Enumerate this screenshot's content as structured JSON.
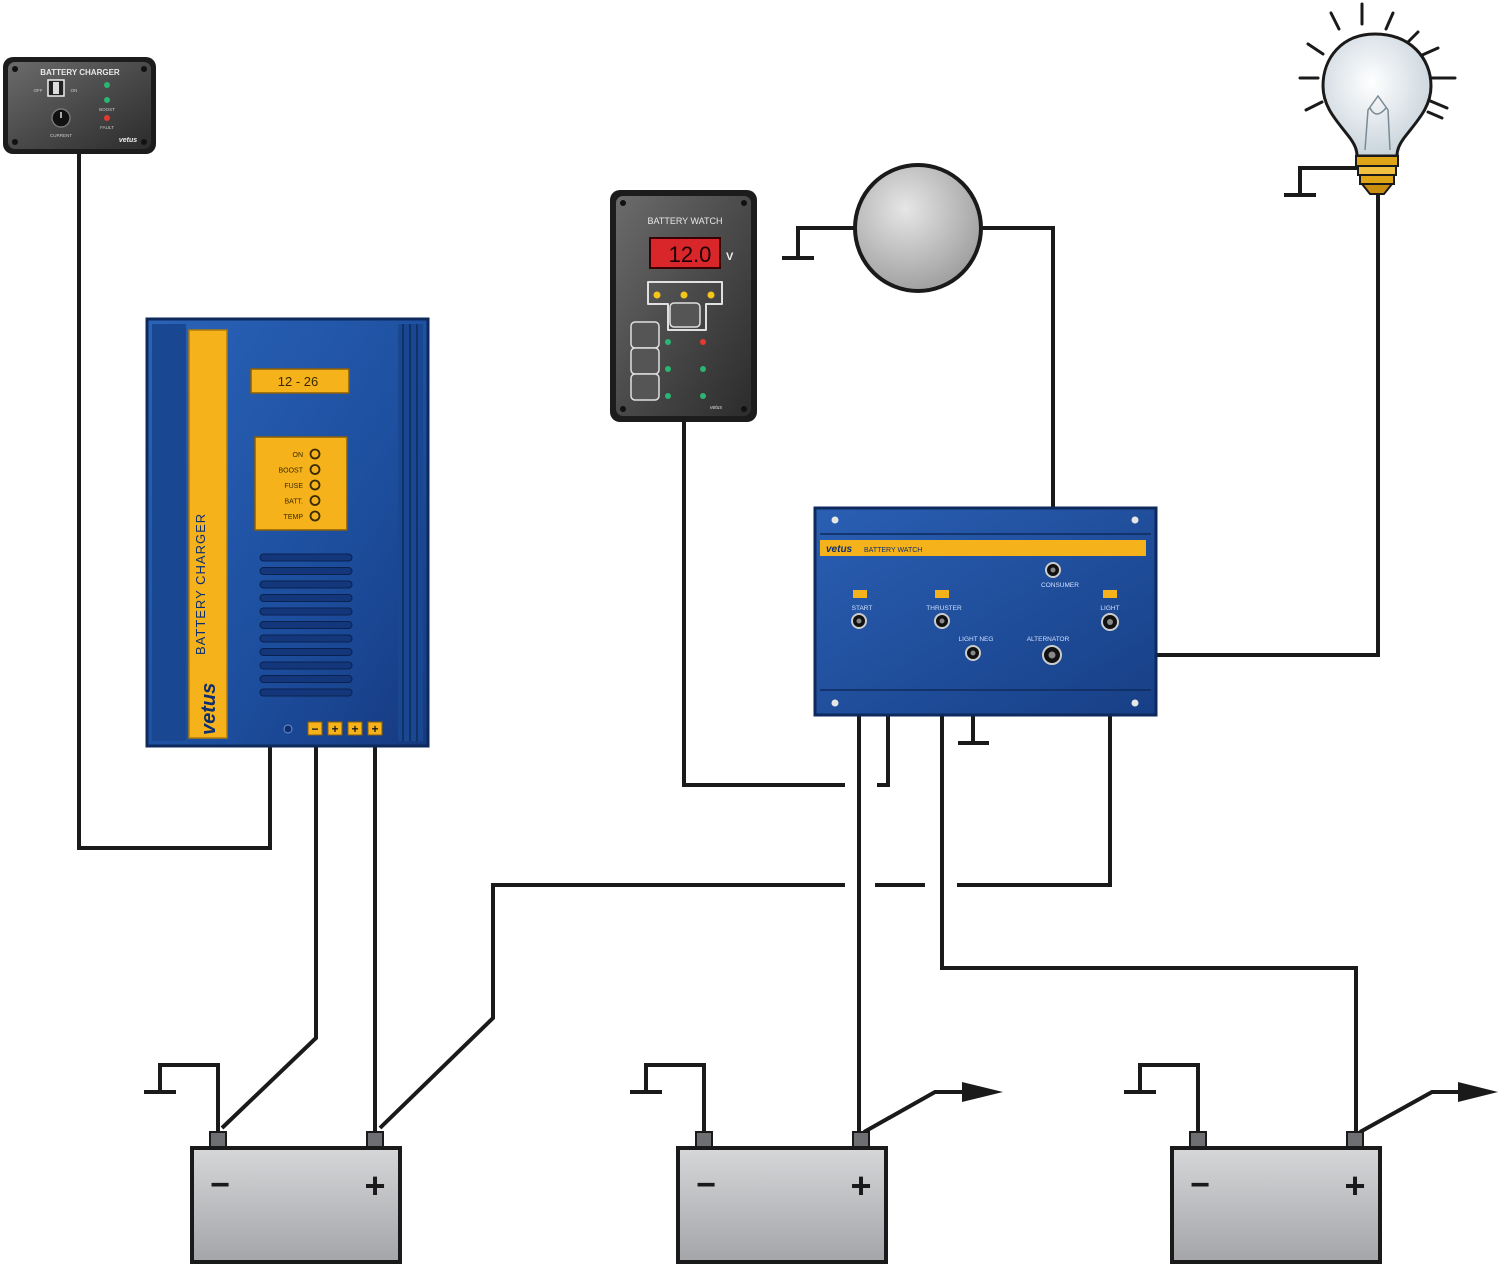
{
  "remote_panel": {
    "title": "BATTERY CHARGER",
    "switch_left": "OFF",
    "switch_right": "ON",
    "knob_label": "CURRENT",
    "led_1_label": "BOOST",
    "led_2_label": "FAULT",
    "brand": "vetus"
  },
  "charger": {
    "brand": "vetus",
    "vertical_label": "BATTERY CHARGER",
    "display": "12 - 26",
    "indicators": [
      "ON",
      "BOOST",
      "FUSE",
      "BATT.",
      "TEMP"
    ],
    "terminals": [
      "−",
      "+",
      "+",
      "+"
    ]
  },
  "battery_watch_panel": {
    "title": "BATTERY WATCH",
    "reading": "12.0",
    "unit": "V",
    "brand": "vetus"
  },
  "monitor_box": {
    "brand": "vetus",
    "title": "BATTERY WATCH",
    "terminals": {
      "consumer": "CONSUMER",
      "start": "START",
      "thruster": "THRUSTER",
      "light": "LIGHT",
      "neg": "LIGHT NEG",
      "alternator": "ALTERNATOR"
    }
  },
  "batteries": [
    {
      "minus": "−",
      "plus": "+"
    },
    {
      "minus": "−",
      "plus": "+"
    },
    {
      "minus": "−",
      "plus": "+"
    }
  ],
  "colors": {
    "charger_blue": "#1e4fa3",
    "accent_yellow": "#f5b21b",
    "display_red": "#d8262a",
    "panel_dark": "#3c3c3c",
    "battery_grey": "#b8b9bc"
  }
}
